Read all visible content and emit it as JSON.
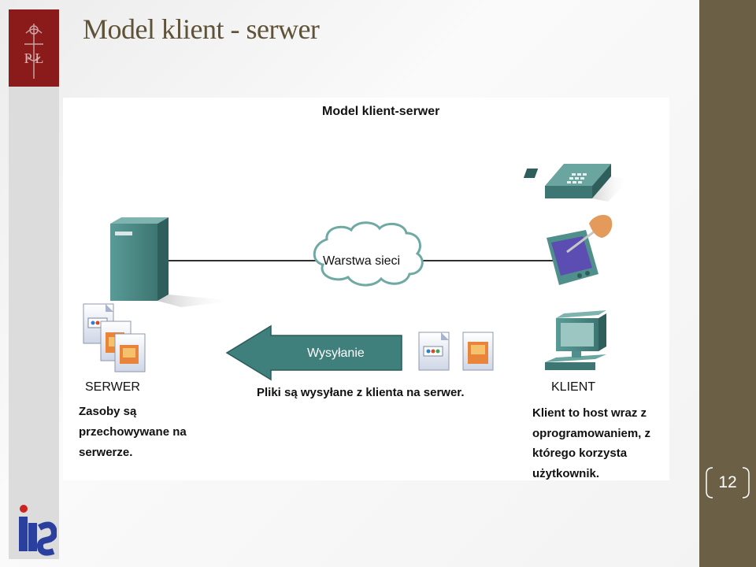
{
  "slide": {
    "title": "Model klient - serwer",
    "page_number": "12",
    "logo_top": "P Ł",
    "logo_bottom": "iIS"
  },
  "diagram": {
    "title": "Model klient-serwer",
    "cloud_label": "Warstwa sieci",
    "arrow_label": "Wysyłanie",
    "arrow_caption": "Pliki są wysyłane z klienta na serwer.",
    "server": {
      "heading": "SERWER",
      "description": "Zasoby są przechowywane na serwerze."
    },
    "client": {
      "heading": "KLIENT",
      "description": "Klient to host wraz z oprogramowaniem, z którego korzysta użytkownik."
    }
  },
  "colors": {
    "band": "#6b6046",
    "title": "#5e5238",
    "logo_red": "#8b1a1a",
    "device_teal": "#4f8f8c",
    "arrow_teal": "#3f7f7c",
    "logo_blue": "#2b3f9e"
  }
}
